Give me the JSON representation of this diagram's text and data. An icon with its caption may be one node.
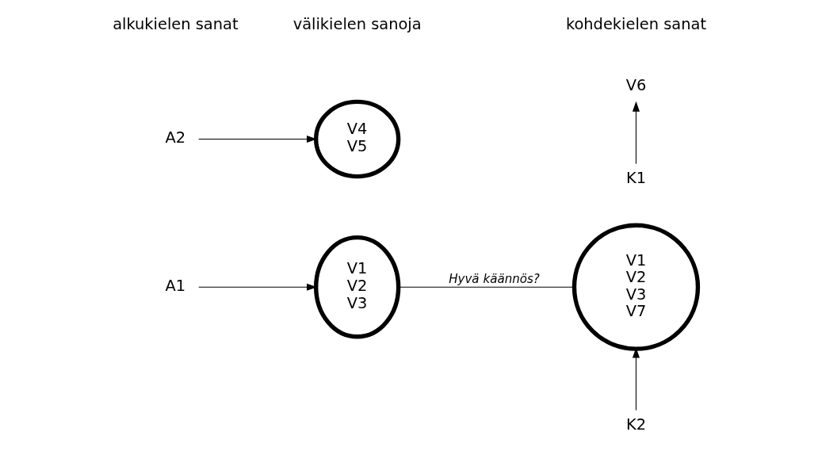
{
  "diagram": {
    "nodes": [
      {
        "text": [
          "A1"
        ]
      },
      {
        "text": [
          "V1",
          "V2",
          "V3"
        ]
      },
      {
        "text": [
          "V6"
        ]
      },
      {
        "text": [
          "K1"
        ]
      },
      {
        "text": [
          "V1",
          "V2",
          "V3",
          "V7"
        ]
      },
      {
        "text": [
          "K2"
        ]
      },
      {
        "text": [
          "A2"
        ]
      },
      {
        "text": [
          "V4",
          "V5"
        ]
      }
    ],
    "edges": [
      {
        "from": 0,
        "to": 1,
        "arrow": "to"
      },
      {
        "from": 3,
        "to": 2,
        "arrow": "to"
      },
      {
        "from": 1,
        "to": 4,
        "arrow": "none",
        "label": "Hyvä käännös?"
      },
      {
        "from": 5,
        "to": 4,
        "arrow": "to"
      },
      {
        "from": 6,
        "to": 7,
        "arrow": "to"
      }
    ],
    "labels": [
      "alkukielen sanat",
      "välikielen sanoja",
      "kohdekielen sanat"
    ]
  }
}
